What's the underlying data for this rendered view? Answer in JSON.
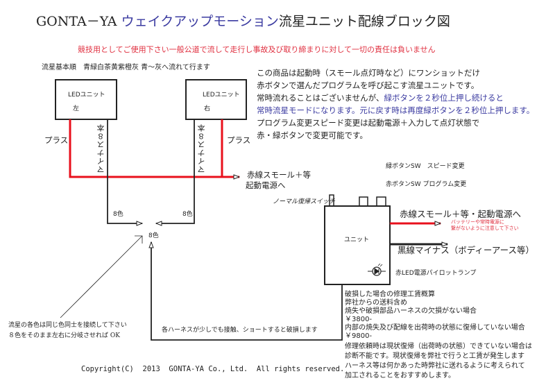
{
  "title": {
    "prefix": "GONTA－YA ",
    "highlight": "ウェイクアップモーション",
    "suffix": "流星ユニット配線ブロック図"
  },
  "disclaimer": "競技用としてご使用下さい一般公道で流して走行し事故及び取り締まりに対して一切の責任は負いません",
  "flow_order": "流星基本順　青緑白茶黄紫橙灰 青～灰へ流れて行ます",
  "description": [
    {
      "text": "この商品は起動時（スモール点灯時など）にワンショットだけ"
    },
    {
      "text": "赤ボタンで選んだプログラムを呼び起こす流星ユニットです。"
    },
    {
      "text": "常時流れることはございませんが、",
      "highlight": "緑ボタンを２秒位上押し続けると"
    },
    {
      "highlight": "常時流星モードになります。元に戻す時は再度緑ボタンを２秒位上押します。"
    },
    {
      "text": "プログラム変更スピード変更は起動電源＋入力して点灯状態で"
    },
    {
      "text": "赤・緑ボタンで変更可能です。"
    }
  ],
  "led_units": [
    {
      "label": "LEDユニット",
      "side": "左"
    },
    {
      "label": "LEDユニット",
      "side": "右"
    }
  ],
  "wires": {
    "plus": "プラス",
    "minus": "マイナス８本",
    "red_to_power": [
      "赤線スモール＋等",
      "起動電源へ"
    ],
    "eight_colors": "8色"
  },
  "unit": {
    "label": "ユニット",
    "normal_reset_switch": "ノーマル復帰スイッチ",
    "green_button": "緑ボタンSW　スピード変更",
    "red_button": "赤ボタンSW プログラム変更",
    "red_wire": "赤線スモール＋等・起動電源へ",
    "red_wire_warning": [
      "バッテリーや常時電源に",
      "繋がないように注意して下さい"
    ],
    "black_wire": "黒線マイナス（ボディーアース等）",
    "pilot_lamp": "赤LED電源パイロットランプ"
  },
  "harness_warning": "各ハーネスが少しでも接触、ショートすると破損します",
  "color_note": [
    "流星の各色は同じ色同士を接続して下さい",
    "８色をそのまま左右に分岐させれば OK"
  ],
  "repair": [
    "破損した場合の修理工賃概算",
    "弊社からの送料含め",
    "焼失や破損部品ハーネスの欠損がない場合",
    "￥3800-",
    "内部の焼失及び配線を出荷時の状態に復帰していない場合",
    "￥9800-"
  ],
  "repair_note": [
    "修理依頼時は現状復帰（出荷時の状態）できていない場合は",
    "診断不能です。現状復帰を弊社で行うと工賃が発生します",
    "ハーネス等は何かあった時弊社に送れるように考えられて",
    "加工されることをおすすめします。"
  ],
  "copyright": "Copyright(C)  2013  GONTA-YA Co., Ltd.  All rights reserved.",
  "colors": {
    "red_wire": "#e8101c",
    "black_wire": "#222222",
    "highlight_text": "#3a3aa0",
    "warning_text": "#e03040"
  }
}
